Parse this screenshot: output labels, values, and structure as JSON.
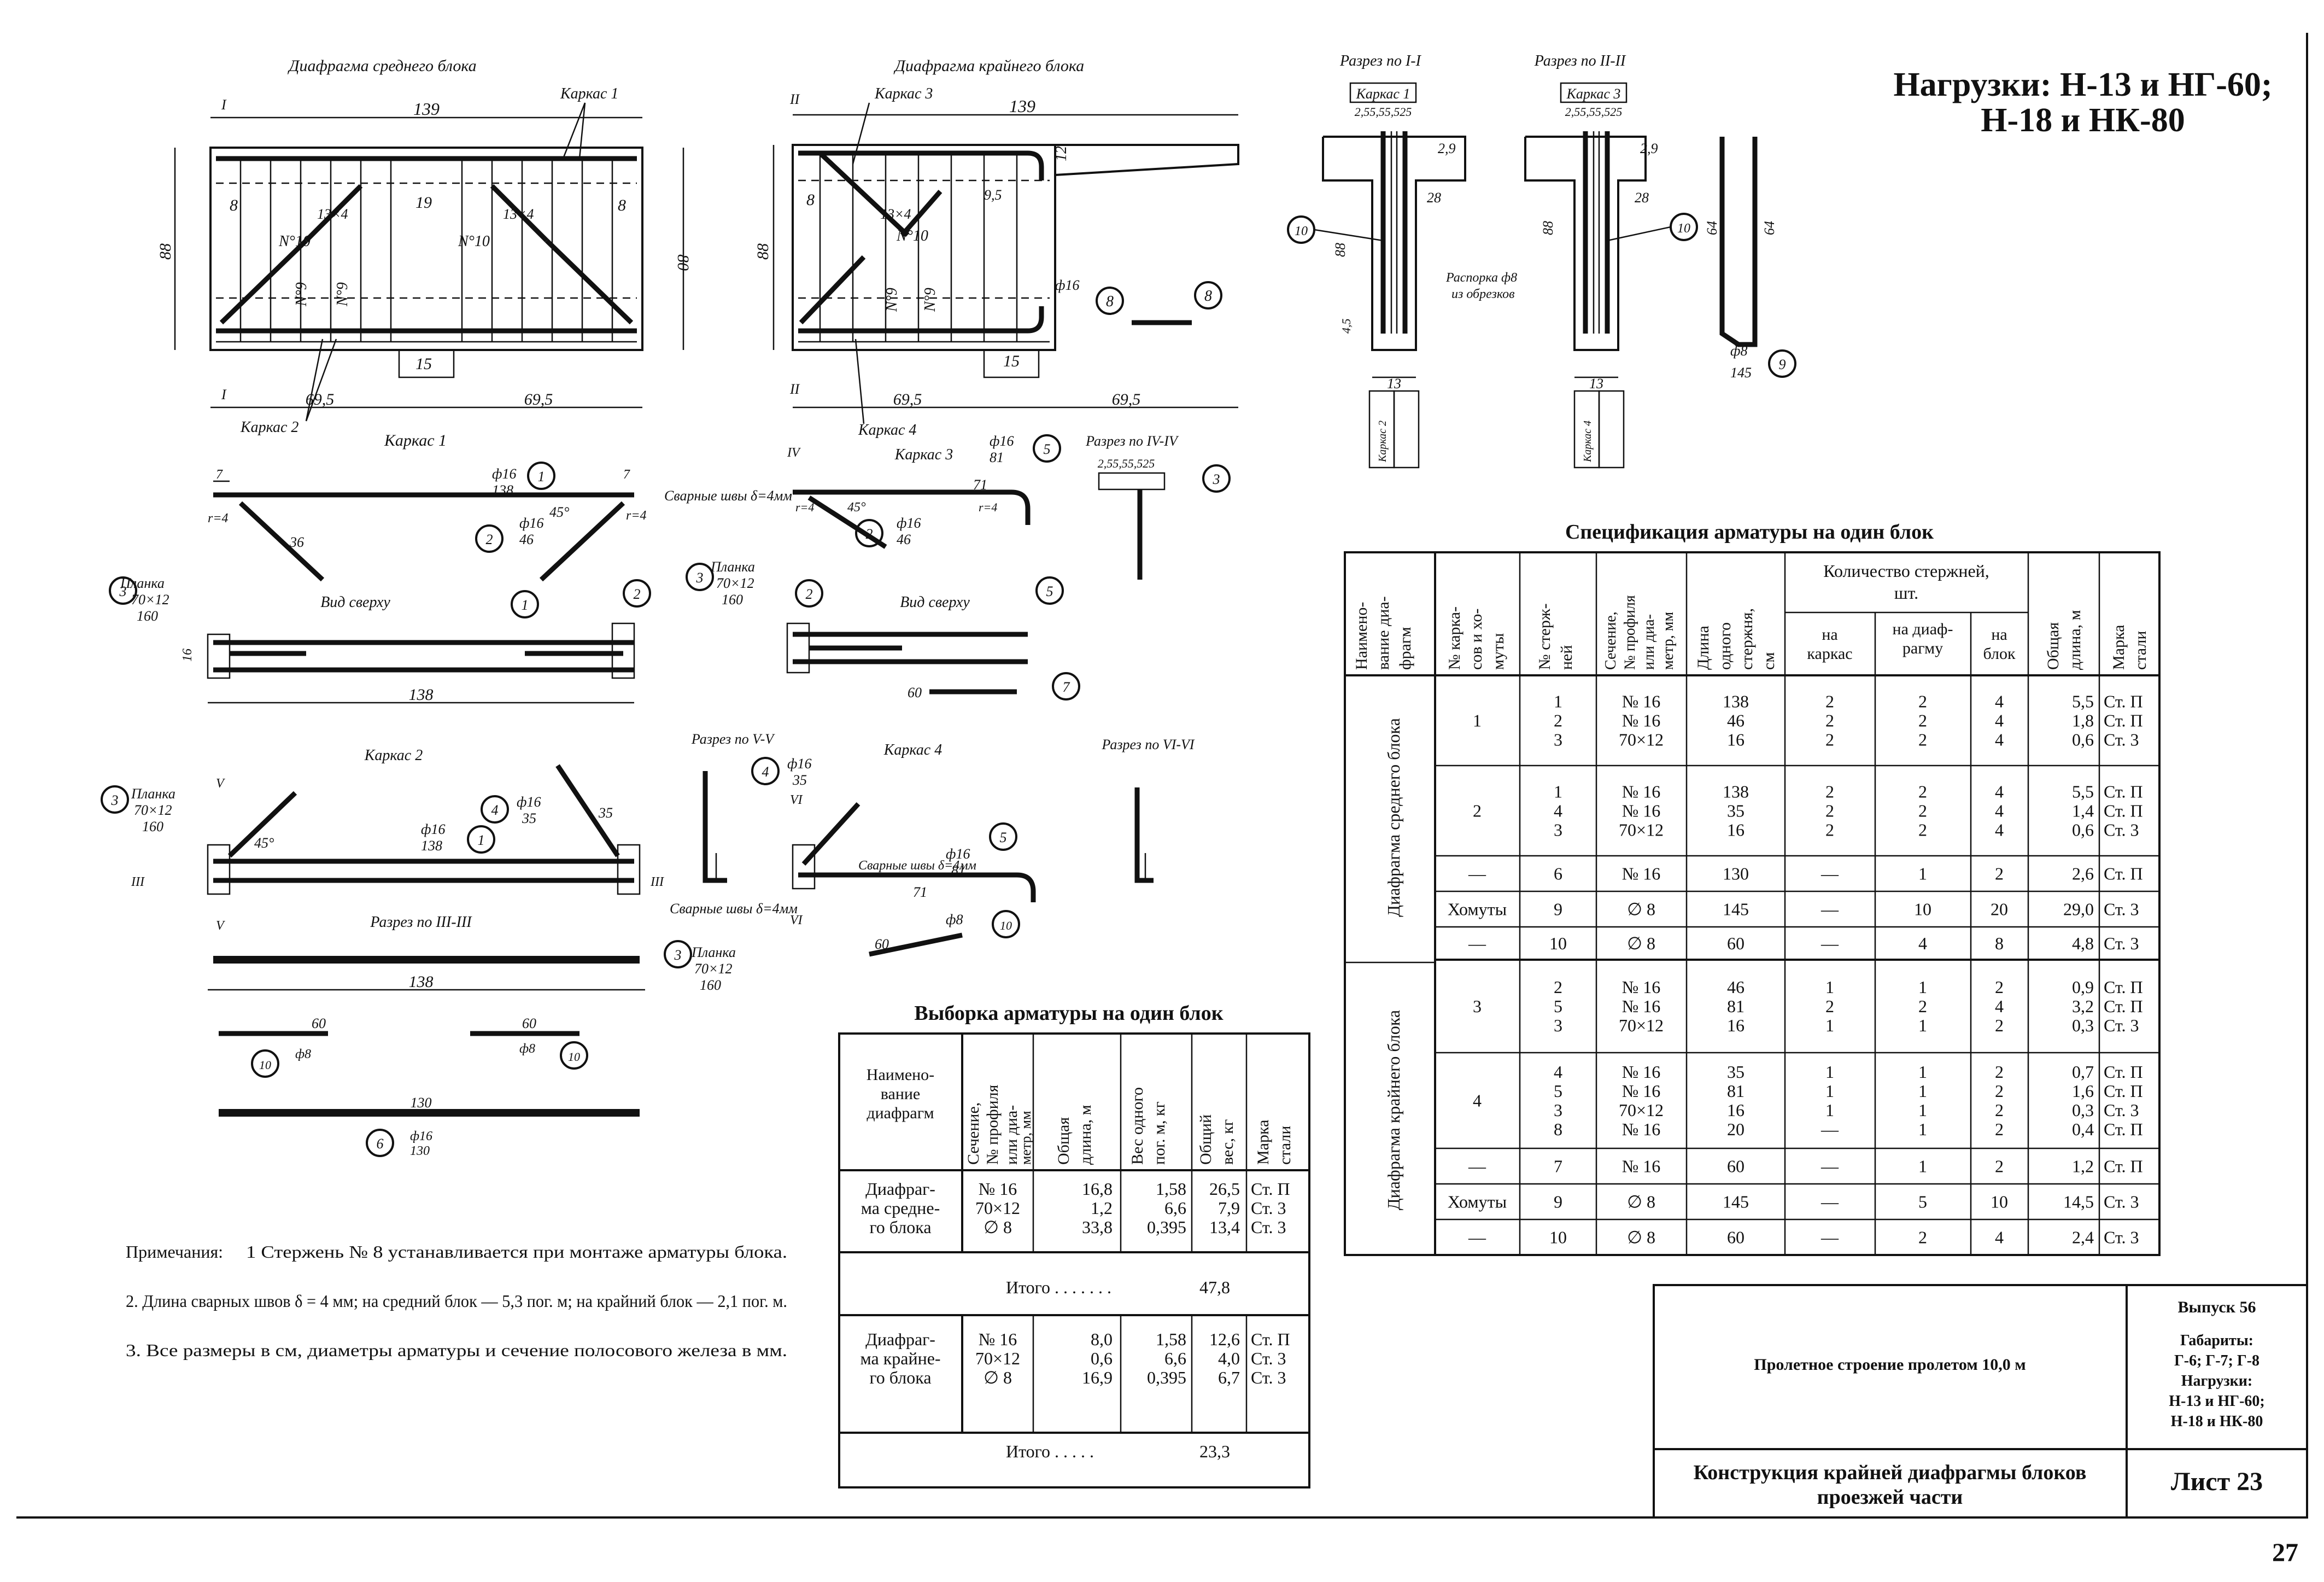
{
  "header": {
    "loads_line1": "Нагрузки: Н-13 и НГ-60;",
    "loads_line2": "Н-18 и НК-80"
  },
  "drawings": {
    "diaphragm_middle_title": "Диафрагма среднего блока",
    "diaphragm_edge_title": "Диафрагма крайнего блока",
    "section_1_title": "Разрез по I-I",
    "section_2_title": "Разрез по II-II",
    "frame1_title": "Каркас 1",
    "frame2_title": "Каркас 2",
    "frame3_title": "Каркас 3",
    "frame4_title": "Каркас 4",
    "frame1_label": "Каркас 1",
    "frame2_label": "Каркас 2",
    "frame3_label": "Каркас 3",
    "frame4_label": "Каркас 4",
    "section_4_title": "Разрез по IV-IV",
    "section_5_title": "Разрез по V-V",
    "section_6_title": "Разрез по VI-VI",
    "section_3_title": "Разрез по III-III",
    "top_view": "Вид сверху",
    "top_view_2": "Вид сверху",
    "welds": "Сварные швы δ=4мм",
    "welds_2": "Сварные швы δ=4мм",
    "welds_3": "Сварные швы δ=4мм",
    "plate": "Планка",
    "plate_size": "70×12",
    "plate_len": "160",
    "spacer_line1": "Распорка ф8",
    "spacer_line2": "из обрезков",
    "dim_139": "139",
    "dim_139b": "139",
    "dim_88": "88",
    "dim_88b": "88",
    "dim_80": "80",
    "dim_19": "19",
    "dim_15": "15",
    "dim_15b": "15",
    "dim_695": "69,5",
    "dim_695b": "69,5",
    "dim_695c": "69,5",
    "dim_695d": "69,5",
    "dim_8": "8",
    "dim_8b": "8",
    "dim_8c": "8",
    "dim_134": "13×4",
    "dim_134b": "13×4",
    "dim_134c": "13×4",
    "dim_12": "12",
    "dim_95": "9,5",
    "dim_n10": "N°10",
    "dim_n10b": "N°10",
    "dim_n9": "N°9",
    "dim_n9b": "N°9",
    "dim_138": "138",
    "dim_138b": "138",
    "dim_138c": "138",
    "dim_71": "71",
    "dim_71b": "71",
    "dim_60": "60",
    "dim_60b": "60",
    "dim_60c": "60",
    "dim_60d": "60",
    "dim_130": "130",
    "dim_130b": "130",
    "dim_64": "64",
    "dim_64b": "64",
    "dim_145": "145",
    "dim_13": "13",
    "dim_13b": "13",
    "dim_29": "2,9",
    "dim_29b": "2,9",
    "dim_28": "28",
    "dim_28b": "28",
    "dim_45": "4,5",
    "dim_bars": "2,55,55,525",
    "dim_bars_b": "2,55,55,525",
    "dim_r4": "r=4",
    "dim_r4b": "r=4",
    "dim_r4c": "r=4",
    "dim_r4d": "r=4",
    "dim_45deg": "45°",
    "dim_45deg_b": "45°",
    "dim_45deg_c": "45°",
    "dim_36": "36",
    "dim_35": "35",
    "dim_16": "16",
    "dim_46": "46",
    "dim_81": "81",
    "dim_f16": "ф16",
    "dim_f8": "ф8"
  },
  "notes": {
    "title": "Примечания:",
    "n1": "1 Стержень № 8 устанавливается при монтаже арматуры блока.",
    "n2": "2. Длина сварных швов δ = 4 мм; на средний блок — 5,3 пог. м; на крайний блок — 2,1 пог. м.",
    "n3": "3. Все размеры в см, диаметры арматуры и сечение полосового железа в мм."
  },
  "selection_table": {
    "title": "Выборка арматуры на один блок",
    "headers": [
      "Наимено- вание диафрагм",
      "Сечение, № профиля или диа- метр, мм",
      "Общая длина, м",
      "Вес одного пог. м, кг",
      "Общий вес, кг",
      "Марка стали"
    ],
    "groups": [
      {
        "name": "Диафраг- ма средне- го блока",
        "rows": [
          [
            "№ 16",
            "16,8",
            "1,58",
            "26,5",
            "Ст. П"
          ],
          [
            "70×12",
            "1,2",
            "6,6",
            "7,9",
            "Ст. 3"
          ],
          [
            "∅ 8",
            "33,8",
            "0,395",
            "13,4",
            "Ст. 3"
          ]
        ],
        "total_label": "Итого . . . . . . .",
        "total": "47,8"
      },
      {
        "name": "Диафраг- ма крайне- го блока",
        "rows": [
          [
            "№ 16",
            "8,0",
            "1,58",
            "12,6",
            "Ст. П"
          ],
          [
            "70×12",
            "0,6",
            "6,6",
            "4,0",
            "Ст. 3"
          ],
          [
            "∅ 8",
            "16,9",
            "0,395",
            "6,7",
            "Ст. 3"
          ]
        ],
        "total_label": "Итого . . . . .",
        "total": "23,3"
      }
    ]
  },
  "spec_table": {
    "title": "Спецификация арматуры на один блок",
    "headers": {
      "name": "Наимено- вание диа- фрагм",
      "frame": "№ карка- сов и хо- муты",
      "bar": "№ стерж- ней",
      "section": "Сечение, № профиля или диа- метр, мм",
      "length": "Длина одного стержня, см",
      "qty": "Количество стержней, шт.",
      "qty_frame": "на каркас",
      "qty_diaph": "на диаф- рагму",
      "qty_block": "на блок",
      "total_len": "Общая длина, м",
      "steel": "Марка стали"
    },
    "middle_name": "Диафрагма среднего блока",
    "edge_name": "Диафрагма крайнего блока",
    "middle_rows": [
      {
        "frame": "1",
        "bars": [
          "1",
          "2",
          "3"
        ],
        "section": [
          "№ 16",
          "№ 16",
          "70×12"
        ],
        "length": [
          "138",
          "46",
          "16"
        ],
        "qf": [
          "2",
          "2",
          "2"
        ],
        "qd": [
          "2",
          "2",
          "2"
        ],
        "qb": [
          "4",
          "4",
          "4"
        ],
        "tl": [
          "5,5",
          "1,8",
          "0,6"
        ],
        "st": [
          "Ст. П",
          "Ст. П",
          "Ст. 3"
        ]
      },
      {
        "frame": "2",
        "bars": [
          "1",
          "4",
          "3"
        ],
        "section": [
          "№ 16",
          "№ 16",
          "70×12"
        ],
        "length": [
          "138",
          "35",
          "16"
        ],
        "qf": [
          "2",
          "2",
          "2"
        ],
        "qd": [
          "2",
          "2",
          "2"
        ],
        "qb": [
          "4",
          "4",
          "4"
        ],
        "tl": [
          "5,5",
          "1,4",
          "0,6"
        ],
        "st": [
          "Ст. П",
          "Ст. П",
          "Ст. 3"
        ]
      },
      {
        "frame": "—",
        "bars": [
          "6"
        ],
        "section": [
          "№ 16"
        ],
        "length": [
          "130"
        ],
        "qf": [
          "—"
        ],
        "qd": [
          "1"
        ],
        "qb": [
          "2"
        ],
        "tl": [
          "2,6"
        ],
        "st": [
          "Ст. П"
        ]
      },
      {
        "frame": "Хомуты",
        "bars": [
          "9"
        ],
        "section": [
          "∅ 8"
        ],
        "length": [
          "145"
        ],
        "qf": [
          "—"
        ],
        "qd": [
          "10"
        ],
        "qb": [
          "20"
        ],
        "tl": [
          "29,0"
        ],
        "st": [
          "Ст. 3"
        ]
      },
      {
        "frame": "—",
        "bars": [
          "10"
        ],
        "section": [
          "∅ 8"
        ],
        "length": [
          "60"
        ],
        "qf": [
          "—"
        ],
        "qd": [
          "4"
        ],
        "qb": [
          "8"
        ],
        "tl": [
          "4,8"
        ],
        "st": [
          "Ст. 3"
        ]
      }
    ],
    "edge_rows": [
      {
        "frame": "3",
        "bars": [
          "2",
          "5",
          "3"
        ],
        "section": [
          "№ 16",
          "№ 16",
          "70×12"
        ],
        "length": [
          "46",
          "81",
          "16"
        ],
        "qf": [
          "1",
          "2",
          "1"
        ],
        "qd": [
          "1",
          "2",
          "1"
        ],
        "qb": [
          "2",
          "4",
          "2"
        ],
        "tl": [
          "0,9",
          "3,2",
          "0,3"
        ],
        "st": [
          "Ст. П",
          "Ст. П",
          "Ст. 3"
        ]
      },
      {
        "frame": "4",
        "bars": [
          "4",
          "5",
          "3",
          "8"
        ],
        "section": [
          "№ 16",
          "№ 16",
          "70×12",
          "№ 16"
        ],
        "length": [
          "35",
          "81",
          "16",
          "20"
        ],
        "qf": [
          "1",
          "1",
          "1",
          "—"
        ],
        "qd": [
          "1",
          "1",
          "1",
          "1"
        ],
        "qb": [
          "2",
          "2",
          "2",
          "2"
        ],
        "tl": [
          "0,7",
          "1,6",
          "0,3",
          "0,4"
        ],
        "st": [
          "Ст. П",
          "Ст. П",
          "Ст. 3",
          "Ст. П"
        ]
      },
      {
        "frame": "—",
        "bars": [
          "7"
        ],
        "section": [
          "№ 16"
        ],
        "length": [
          "60"
        ],
        "qf": [
          "—"
        ],
        "qd": [
          "1"
        ],
        "qb": [
          "2"
        ],
        "tl": [
          "1,2"
        ],
        "st": [
          "Ст. П"
        ]
      },
      {
        "frame": "Хомуты",
        "bars": [
          "9"
        ],
        "section": [
          "∅ 8"
        ],
        "length": [
          "145"
        ],
        "qf": [
          "—"
        ],
        "qd": [
          "5"
        ],
        "qb": [
          "10"
        ],
        "tl": [
          "14,5"
        ],
        "st": [
          "Ст. 3"
        ]
      },
      {
        "frame": "—",
        "bars": [
          "10"
        ],
        "section": [
          "∅ 8"
        ],
        "length": [
          "60"
        ],
        "qf": [
          "—"
        ],
        "qd": [
          "2"
        ],
        "qb": [
          "4"
        ],
        "tl": [
          "2,4"
        ],
        "st": [
          "Ст. 3"
        ]
      }
    ]
  },
  "title_block": {
    "issue": "Выпуск 56",
    "gabarit_label": "Габариты:",
    "gabarit": "Г-6; Г-7; Г-8",
    "loads_label": "Нагрузки:",
    "loads1": "Н-13 и НГ-60;",
    "loads2": "Н-18 и НК-80",
    "span": "Пролетное строение пролетом 10,0 м",
    "construction": "Конструкция крайней диафрагмы блоков проезжей части",
    "sheet": "Лист 23"
  },
  "page_number": "27"
}
